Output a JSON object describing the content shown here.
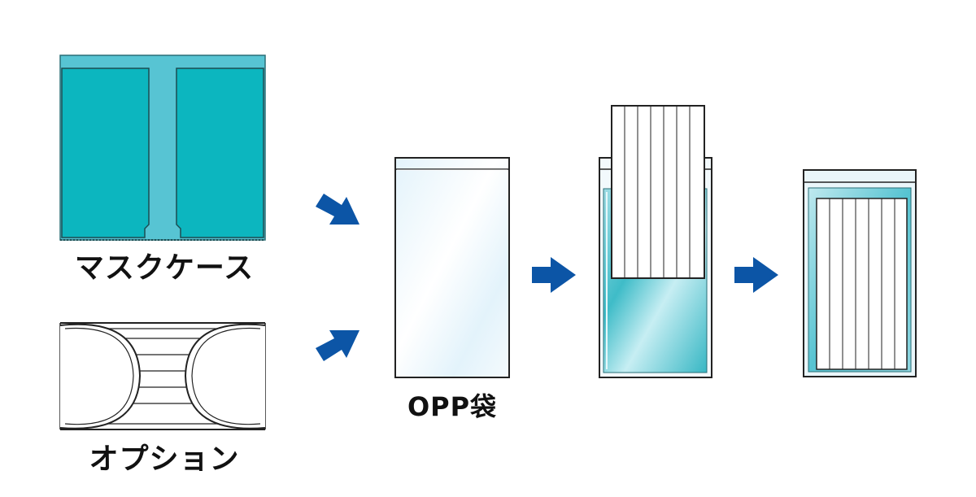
{
  "labels": {
    "mask_case": "マスクケース",
    "option": "オプション",
    "opp_bag": "OPP袋"
  },
  "colors": {
    "case_teal": "#0CB6BF",
    "case_light": "#57C4D3",
    "arrow_blue": "#0C55A6",
    "outline": "#222222"
  }
}
